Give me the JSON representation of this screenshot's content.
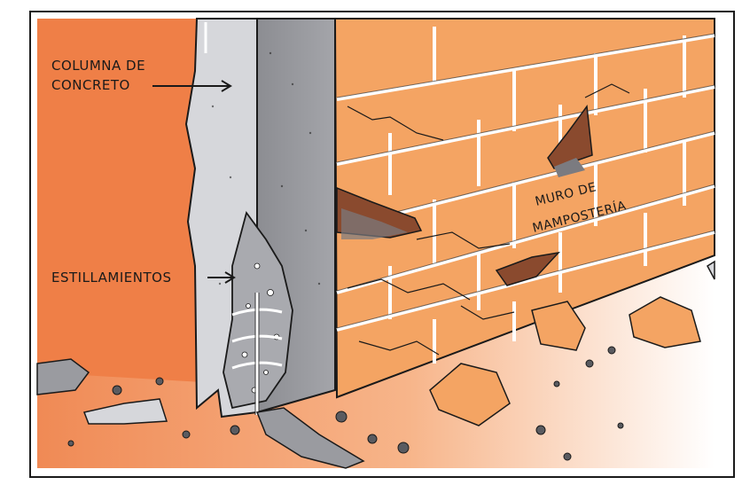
{
  "labels": {
    "column_line1": "COLUMNA DE",
    "column_line2": "CONCRETO",
    "spalling": "ESTILLAMIENTOS",
    "wall_line1": "MURO DE",
    "wall_line2": "MAMPOSTERÍA"
  },
  "colors": {
    "orange_wall": "#ef7f47",
    "brick": "#f4a463",
    "brick_dark": "#b4542a",
    "mortar": "#ffffff",
    "column_light": "#d6d7db",
    "column_dark": "#9a9ba0",
    "floor": "#f7b58a",
    "floor_light": "#ffffff",
    "outline": "#1a1a1a"
  }
}
